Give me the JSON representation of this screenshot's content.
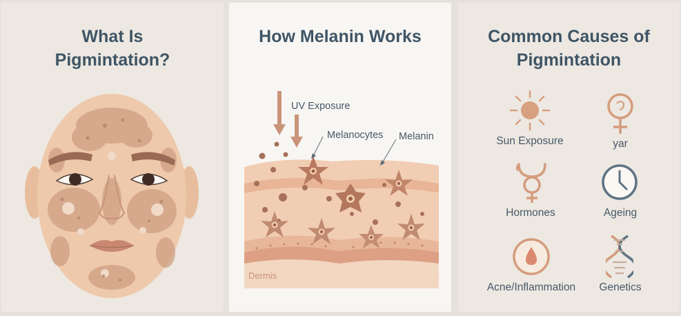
{
  "panels": {
    "what": {
      "title_line1": "What Is",
      "title_line2": "Pigmintation?"
    },
    "melanin": {
      "title": "How Melanin Works",
      "labels": {
        "uv": "UV Exposure",
        "melanocytes": "Melanocytes",
        "melanin": "Melanin",
        "dermis": "Dermis"
      }
    },
    "causes": {
      "title_line1": "Common Causes of",
      "title_line2": "Pigmintation",
      "items": [
        {
          "label": "Sun Exposure",
          "icon": "sun-icon"
        },
        {
          "label": "yar",
          "icon": "venus-icon"
        },
        {
          "label": "Hormones",
          "icon": "hormone-symbol-icon"
        },
        {
          "label": "Ageing",
          "icon": "clock-icon"
        },
        {
          "label": "Acne/Inflammation",
          "icon": "inflammation-drop-icon"
        },
        {
          "label": "Genetics",
          "icon": "dna-icon"
        }
      ]
    }
  },
  "colors": {
    "title": "#3f5566",
    "skin": "#eec9ab",
    "pigment": "#c99c80",
    "accent": "#d49c7d"
  }
}
